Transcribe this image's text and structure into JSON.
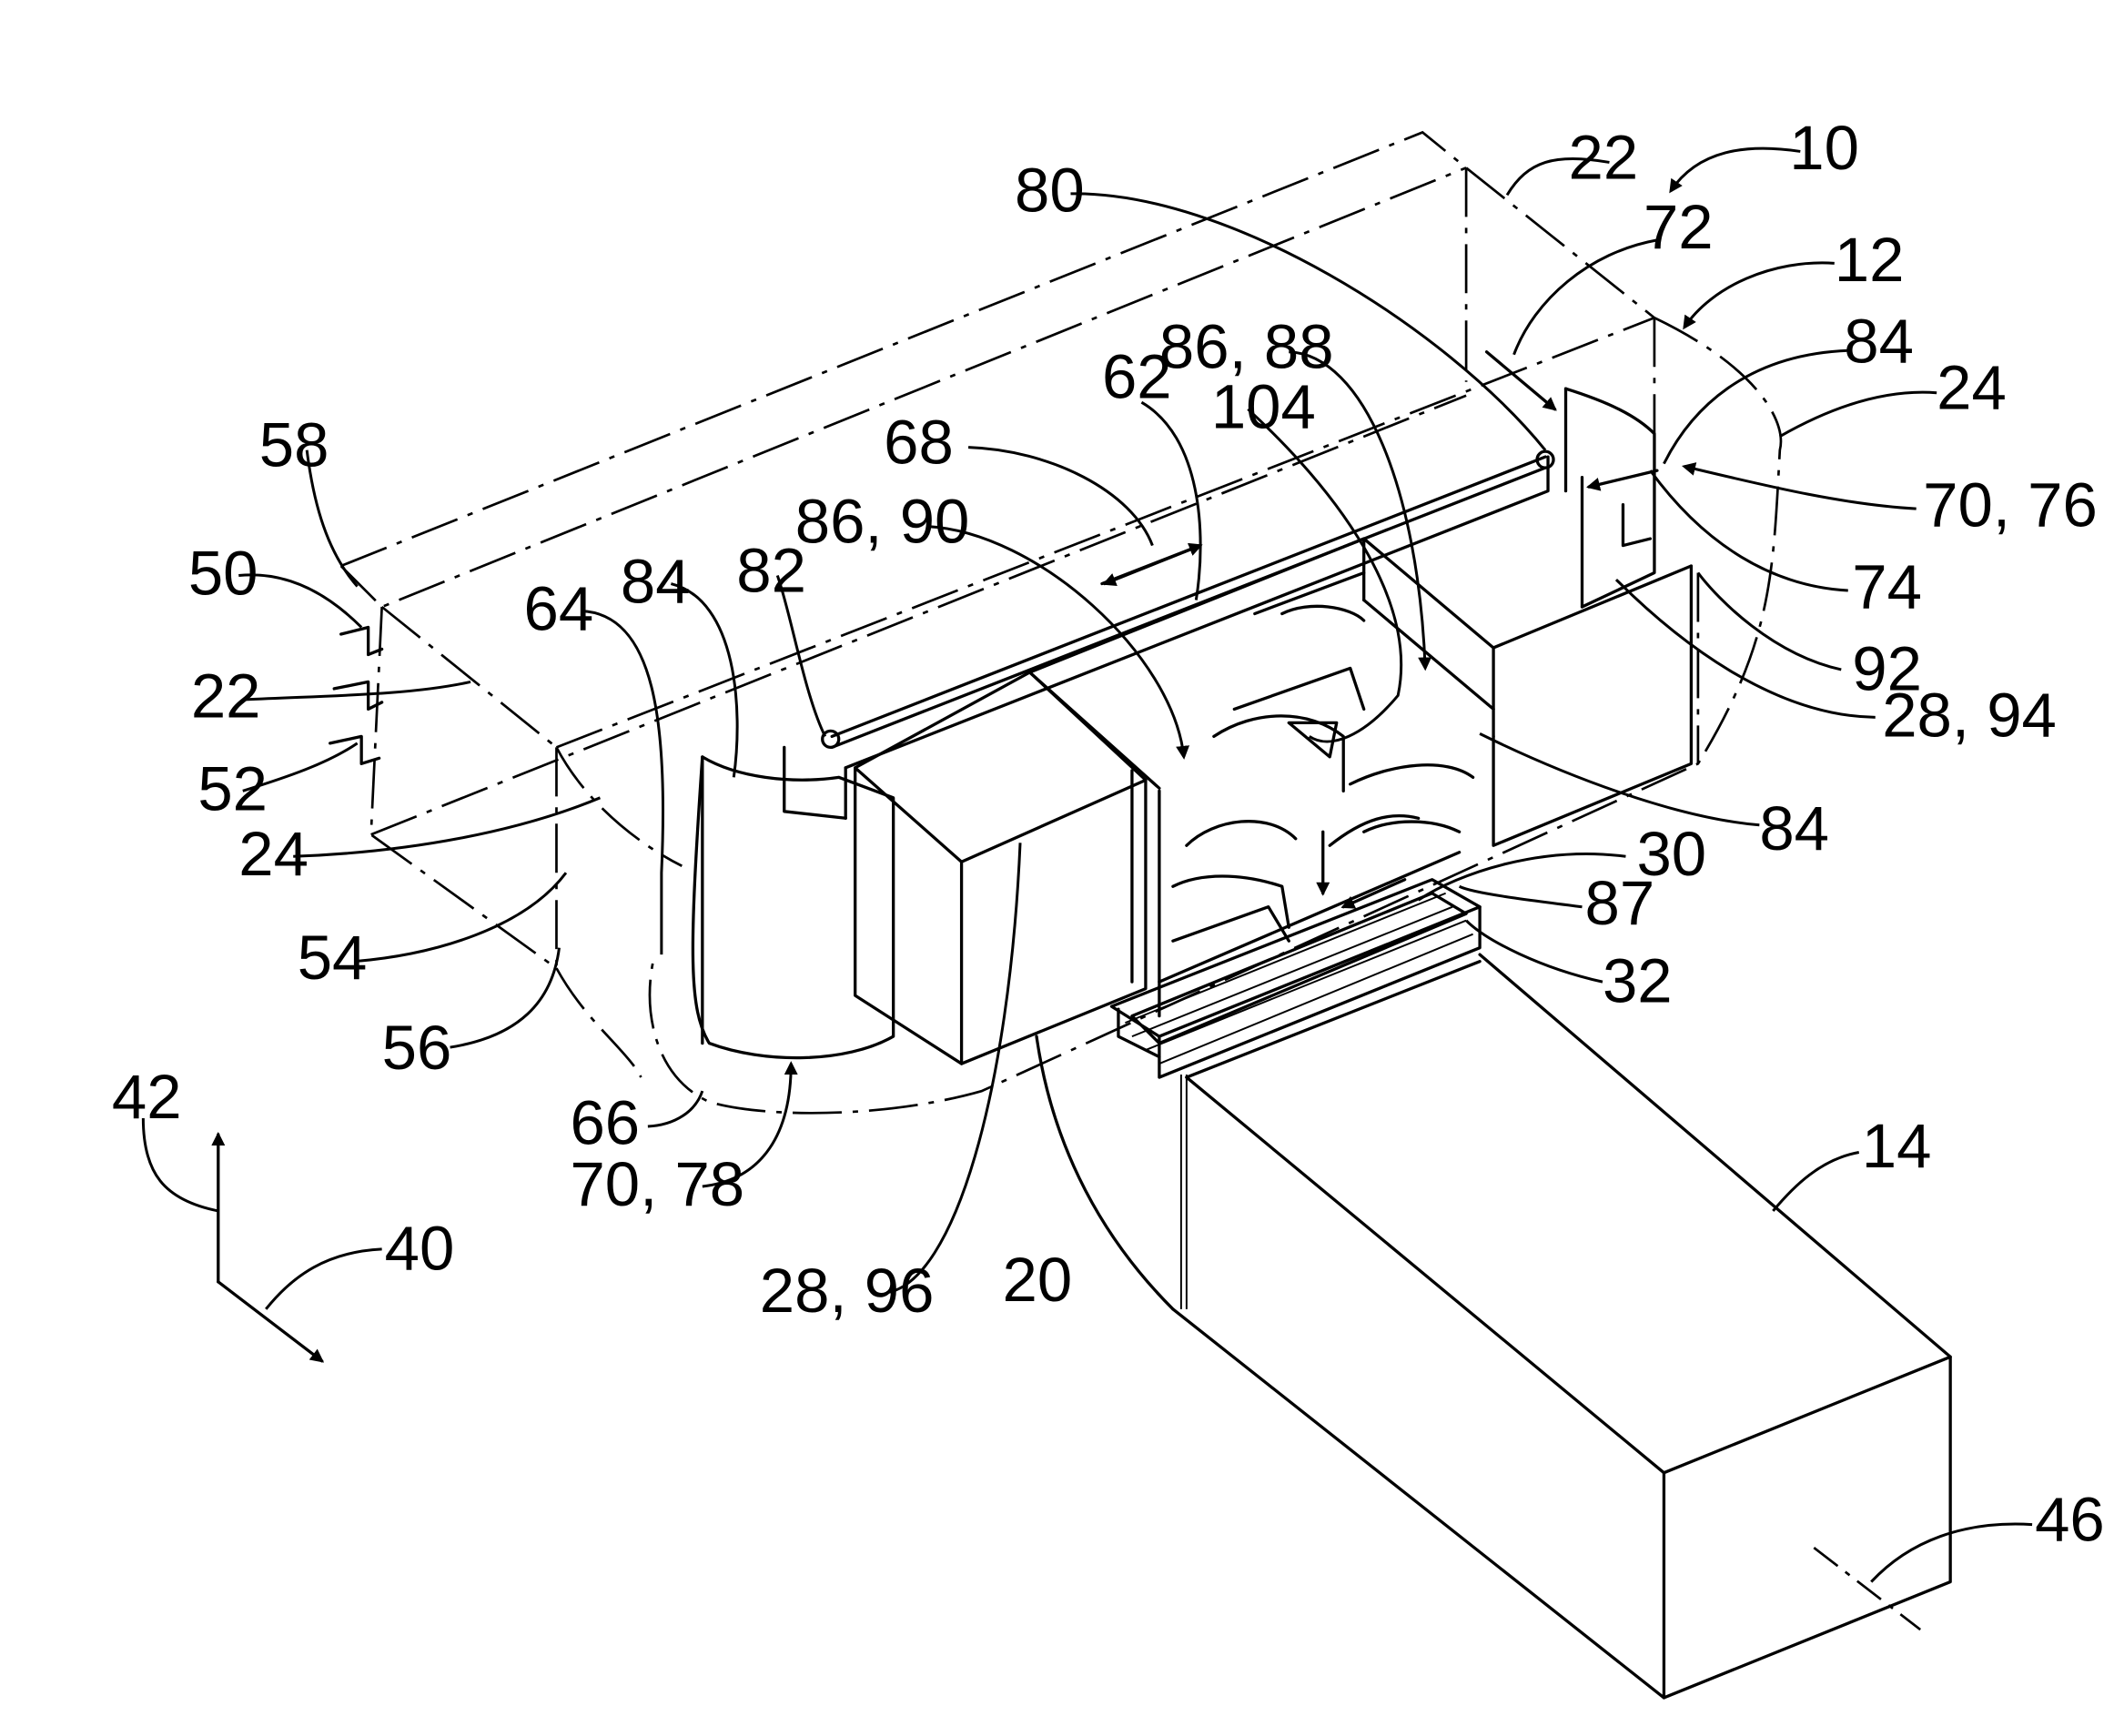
{
  "figure": {
    "labels": [
      {
        "id": "l10",
        "text": "10"
      },
      {
        "id": "l22a",
        "text": "22"
      },
      {
        "id": "l80",
        "text": "80"
      },
      {
        "id": "l72",
        "text": "72"
      },
      {
        "id": "l12",
        "text": "12"
      },
      {
        "id": "l86_88",
        "text": "86, 88"
      },
      {
        "id": "l84a",
        "text": "84"
      },
      {
        "id": "l62",
        "text": "62"
      },
      {
        "id": "l104",
        "text": "104"
      },
      {
        "id": "l24a",
        "text": "24"
      },
      {
        "id": "l68",
        "text": "68"
      },
      {
        "id": "l70_76",
        "text": "70, 76"
      },
      {
        "id": "l58",
        "text": "58"
      },
      {
        "id": "l86_90",
        "text": "86, 90"
      },
      {
        "id": "l74",
        "text": "74"
      },
      {
        "id": "l50",
        "text": "50"
      },
      {
        "id": "l84b",
        "text": "84"
      },
      {
        "id": "l82",
        "text": "82"
      },
      {
        "id": "l64",
        "text": "64"
      },
      {
        "id": "l92",
        "text": "92"
      },
      {
        "id": "l22b",
        "text": "22"
      },
      {
        "id": "l28_94",
        "text": "28, 94"
      },
      {
        "id": "l52",
        "text": "52"
      },
      {
        "id": "l84c",
        "text": "84"
      },
      {
        "id": "l24b",
        "text": "24"
      },
      {
        "id": "l30",
        "text": "30"
      },
      {
        "id": "l87",
        "text": "87"
      },
      {
        "id": "l54",
        "text": "54"
      },
      {
        "id": "l32",
        "text": "32"
      },
      {
        "id": "l56",
        "text": "56"
      },
      {
        "id": "l42",
        "text": "42"
      },
      {
        "id": "l14",
        "text": "14"
      },
      {
        "id": "l66",
        "text": "66"
      },
      {
        "id": "l70_78",
        "text": "70, 78"
      },
      {
        "id": "l40",
        "text": "40"
      },
      {
        "id": "l20",
        "text": "20"
      },
      {
        "id": "l28_96",
        "text": "28, 96"
      },
      {
        "id": "l46",
        "text": "46"
      }
    ]
  }
}
